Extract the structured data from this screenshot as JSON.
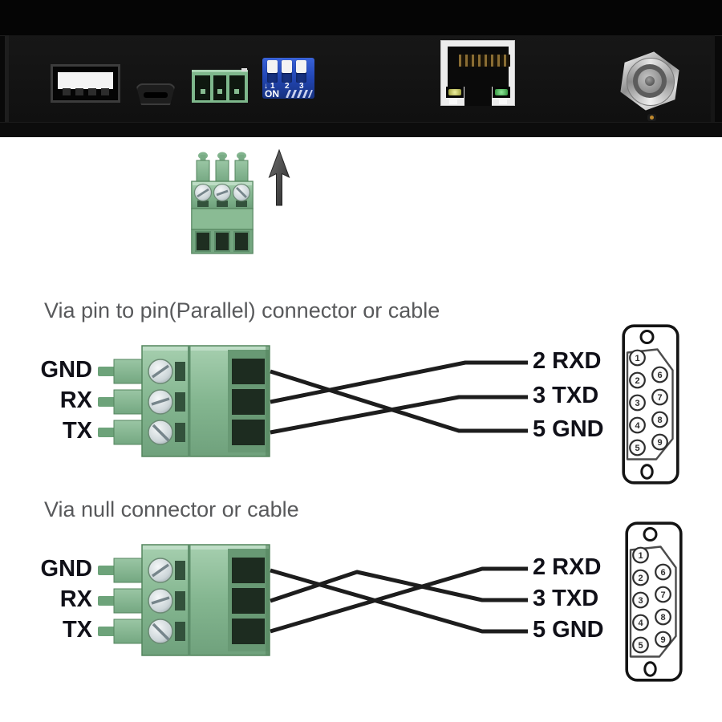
{
  "device": {
    "dip_switch": {
      "arrow": "↓",
      "numbers": [
        "1",
        "2",
        "3"
      ],
      "on_label": "ON"
    }
  },
  "db9_pins": {
    "left": [
      "1",
      "2",
      "3",
      "4",
      "5"
    ],
    "right": [
      "6",
      "7",
      "8",
      "9"
    ]
  },
  "diagrams": [
    {
      "title": "Via pin to pin(Parallel) connector or cable",
      "left_pins": [
        "GND",
        "RX",
        "TX"
      ],
      "right_pins": [
        "2 RXD",
        "3 TXD",
        "5 GND"
      ],
      "connections": [
        {
          "from": "GND",
          "to": "5 GND"
        },
        {
          "from": "RX",
          "to": "2 RXD"
        },
        {
          "from": "TX",
          "to": "3 TXD"
        }
      ]
    },
    {
      "title": "Via null connector or cable",
      "left_pins": [
        "GND",
        "RX",
        "TX"
      ],
      "right_pins": [
        "2 RXD",
        "3 TXD",
        "5 GND"
      ],
      "connections": [
        {
          "from": "GND",
          "to": "5 GND"
        },
        {
          "from": "RX",
          "to": "3 TXD"
        },
        {
          "from": "TX",
          "to": "2 RXD"
        }
      ]
    }
  ],
  "colors": {
    "terminal_green": "#7fb28c",
    "dip_blue": "#2348b8",
    "wire_black": "#1d1d1d",
    "title_gray": "#58595b",
    "label_dark": "#101018"
  }
}
